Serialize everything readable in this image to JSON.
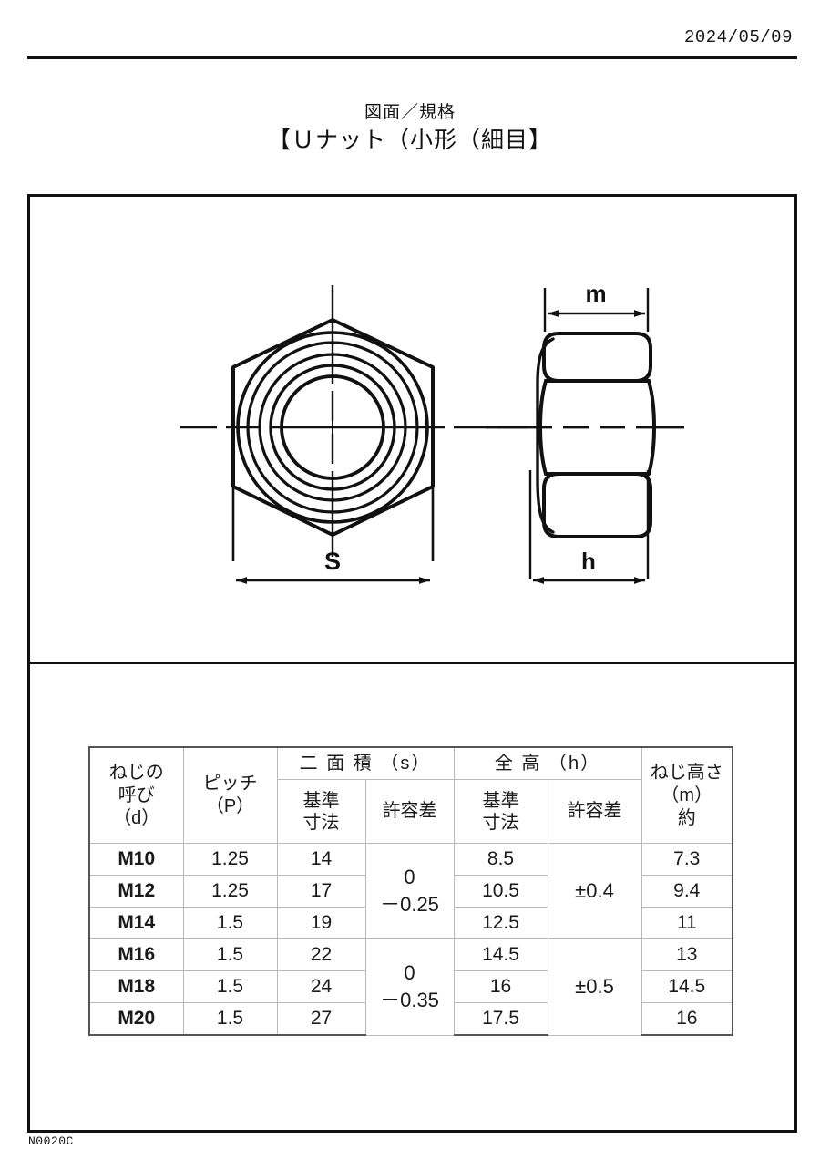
{
  "header": {
    "date": "2024/05/09"
  },
  "title": {
    "line1": "図面／規格",
    "line2": "【Ｕナット（小形（細目】"
  },
  "drawing": {
    "front_view": {
      "dimension_label_s": "S"
    },
    "side_view": {
      "dimension_label_m": "m",
      "dimension_label_h": "h"
    }
  },
  "table": {
    "headers": {
      "thread_name": "ねじの\n呼び\n（d）",
      "thread_name_l1": "ねじの",
      "thread_name_l2": "呼び",
      "thread_name_l3": "（d）",
      "pitch_l1": "ピッチ",
      "pitch_l2": "（P）",
      "width_across_flats": "二 面 積 （s）",
      "total_height": "全 高 （h）",
      "thread_height_l1": "ねじ高さ",
      "thread_height_l2": "（m）",
      "thread_height_l3": "約",
      "basic_dim_l1": "基準",
      "basic_dim_l2": "寸法",
      "tolerance": "許容差"
    },
    "rows": [
      {
        "name": "M10",
        "pitch": "1.25",
        "s_basic": "14",
        "h_basic": "8.5",
        "m": "7.3"
      },
      {
        "name": "M12",
        "pitch": "1.25",
        "s_basic": "17",
        "h_basic": "10.5",
        "m": "9.4"
      },
      {
        "name": "M14",
        "pitch": "1.5",
        "s_basic": "19",
        "h_basic": "12.5",
        "m": "11"
      },
      {
        "name": "M16",
        "pitch": "1.5",
        "s_basic": "22",
        "h_basic": "14.5",
        "m": "13"
      },
      {
        "name": "M18",
        "pitch": "1.5",
        "s_basic": "24",
        "h_basic": "16",
        "m": "14.5"
      },
      {
        "name": "M20",
        "pitch": "1.5",
        "s_basic": "27",
        "h_basic": "17.5",
        "m": "16"
      }
    ],
    "s_tolerance_group1_l1": "0",
    "s_tolerance_group1_l2": "－0.25",
    "s_tolerance_group2_l1": "0",
    "s_tolerance_group2_l2": "－0.35",
    "h_tolerance_group1": "±0.4",
    "h_tolerance_group2": "±0.5"
  },
  "footer": {
    "code": "N0020C"
  },
  "colors": {
    "line": "#111111",
    "table_grid": "#b9b9b9",
    "text": "#1a1a1a"
  }
}
